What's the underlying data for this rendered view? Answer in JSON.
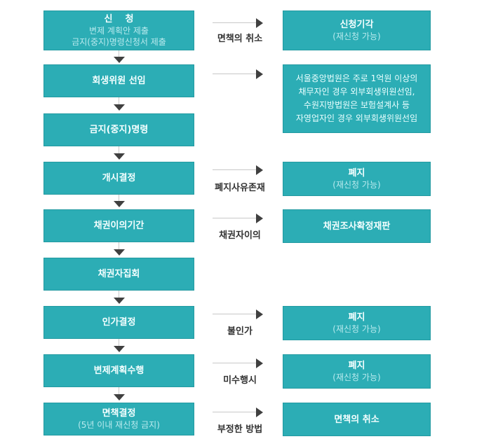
{
  "main_steps": [
    {
      "title": "신    청",
      "sub": [
        "변제 계획안 제출",
        "금지(중지)명령신청서 제출"
      ]
    },
    {
      "title": "회생위원 선임",
      "sub": []
    },
    {
      "title": "금지(중지)명령",
      "sub": []
    },
    {
      "title": "개시결정",
      "sub": []
    },
    {
      "title": "채권이의기간",
      "sub": []
    },
    {
      "title": "채권자집회",
      "sub": []
    },
    {
      "title": "인가결정",
      "sub": []
    },
    {
      "title": "변제계획수행",
      "sub": []
    },
    {
      "title": "면책결정",
      "sub": [
        "(5년 이내 재신청 금지)"
      ]
    }
  ],
  "branches": [
    {
      "condition": "면책의 취소",
      "result_title": "신청기각",
      "result_sub": "(재신청 가능)"
    },
    {
      "condition": "",
      "note": [
        "서울중앙법원은 주로 1억원 이상의",
        "채무자인 경우 외부회생위원선임,",
        "수원지방법원은 보험설계사 등",
        "자영업자인 경우 외부회생위원선임"
      ]
    },
    {
      "condition": "폐지사유존재",
      "result_title": "폐지",
      "result_sub": "(재신청 가능)"
    },
    {
      "condition": "채권자이의",
      "result_title": "채권조사확정재판",
      "result_sub": ""
    },
    {
      "condition": "불인가",
      "result_title": "폐지",
      "result_sub": "(재신청 가능)"
    },
    {
      "condition": "미수행시",
      "result_title": "폐지",
      "result_sub": "(재신청 가능)"
    },
    {
      "condition": "부정한 방법",
      "result_title": "면책의 취소",
      "result_sub": ""
    }
  ],
  "colors": {
    "box": "#2cadb5",
    "arrow": "#404040",
    "line": "#c8c8c8"
  }
}
